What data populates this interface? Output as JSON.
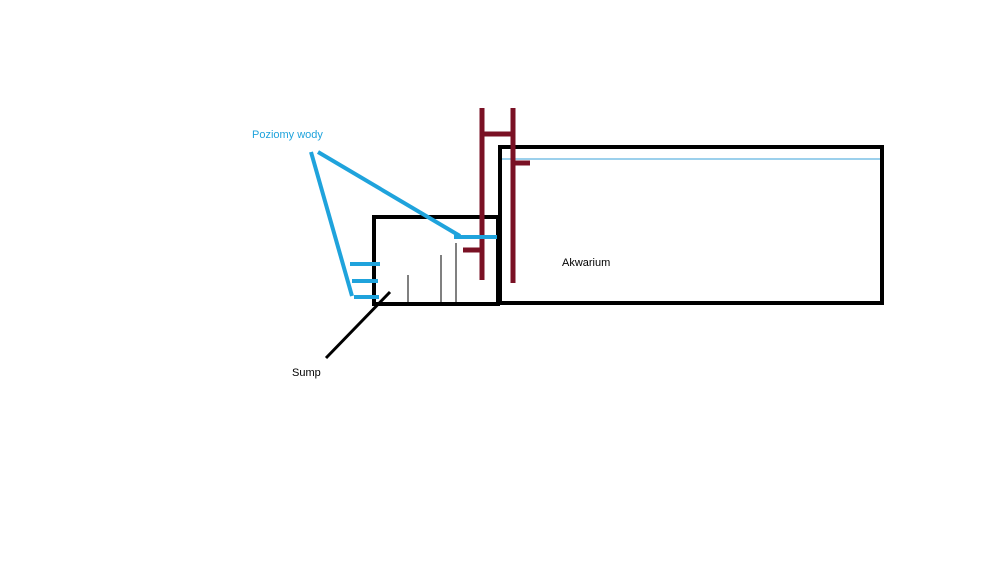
{
  "labels": {
    "water_levels": "Poziomy wody",
    "aquarium": "Akwarium",
    "sump": "Sump"
  },
  "colors": {
    "outline": "#000000",
    "water": "#1fa3dc",
    "pipe": "#7a1124",
    "waterline": "#3aa0d8",
    "label_text": "#000000"
  }
}
